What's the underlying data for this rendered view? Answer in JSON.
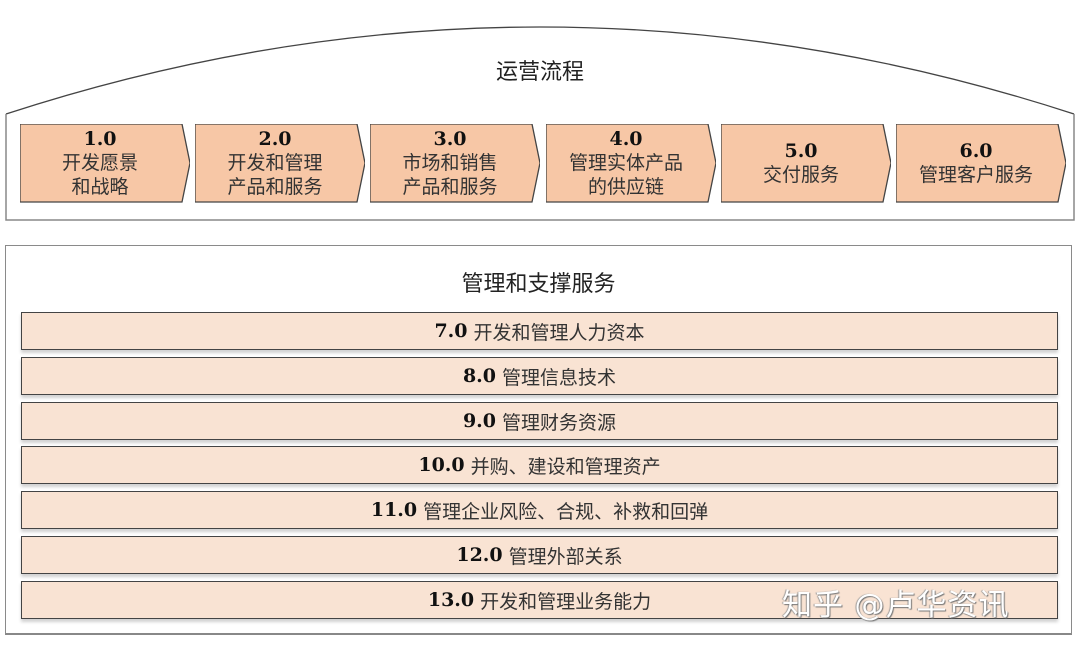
{
  "operations": {
    "title": "运营流程",
    "processes": [
      {
        "number": "1.0",
        "line1": "开发愿景",
        "line2": "和战略"
      },
      {
        "number": "2.0",
        "line1": "开发和管理",
        "line2": "产品和服务"
      },
      {
        "number": "3.0",
        "line1": "市场和销售",
        "line2": "产品和服务"
      },
      {
        "number": "4.0",
        "line1": "管理实体产品",
        "line2": "的供应链"
      },
      {
        "number": "5.0",
        "line1": "交付服务",
        "line2": ""
      },
      {
        "number": "6.0",
        "line1": "管理客户服务",
        "line2": ""
      }
    ]
  },
  "support": {
    "title": "管理和支撑服务",
    "items": [
      {
        "number": "7.0",
        "label": "开发和管理人力资本"
      },
      {
        "number": "8.0",
        "label": "管理信息技术"
      },
      {
        "number": "9.0",
        "label": "管理财务资源"
      },
      {
        "number": "10.0",
        "label": "并购、建设和管理资产"
      },
      {
        "number": "11.0",
        "label": "管理企业风险、合规、补救和回弹"
      },
      {
        "number": "12.0",
        "label": "管理外部关系"
      },
      {
        "number": "13.0",
        "label": "开发和管理业务能力"
      }
    ]
  },
  "watermark": "知乎 @卢华资讯",
  "colors": {
    "process_fill": "#f7c7a6",
    "support_fill": "#f9e3d3",
    "border": "#444444"
  }
}
